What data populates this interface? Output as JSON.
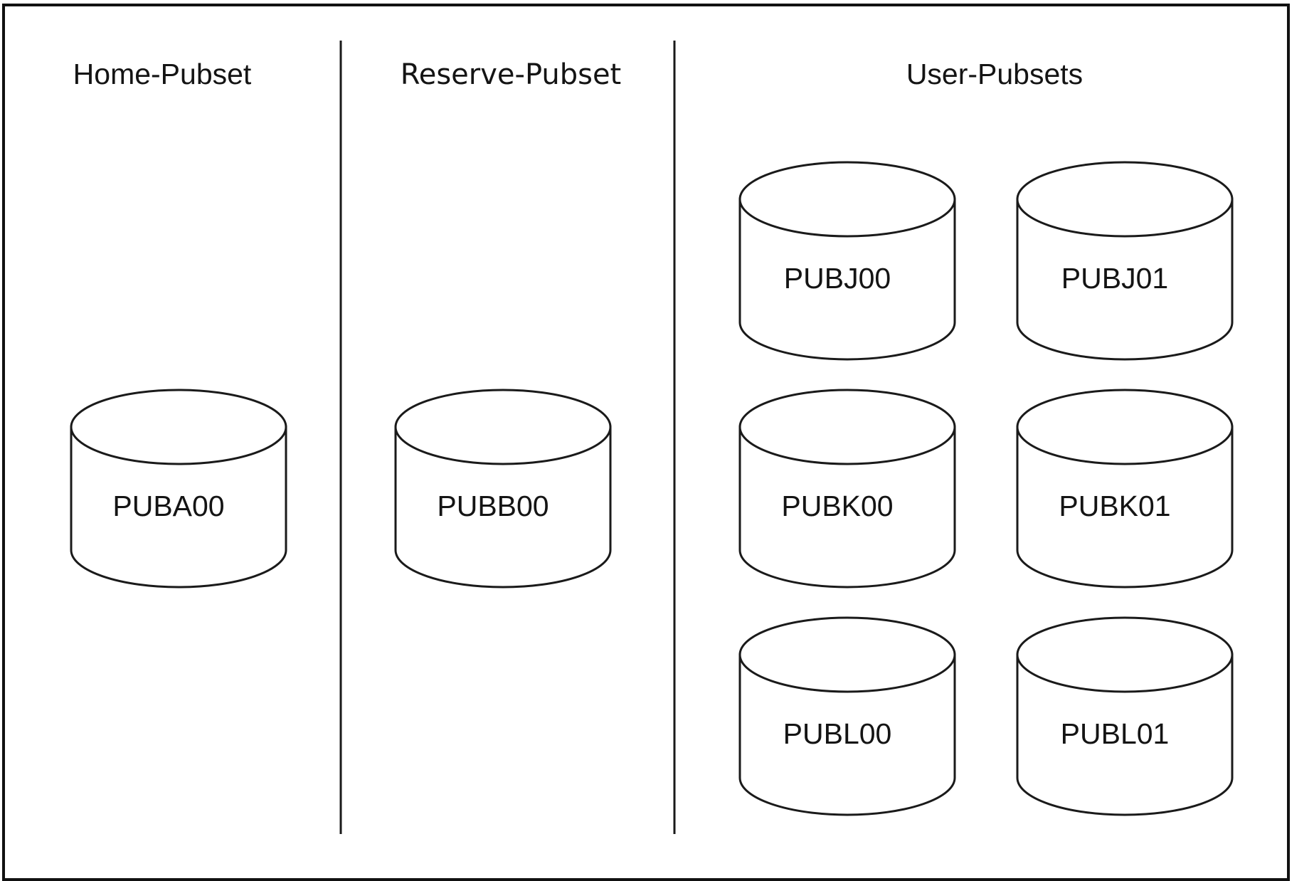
{
  "headings": {
    "home": "Home-Pubset",
    "reserve": "Reserve-Pubset",
    "user": "User-Pubsets"
  },
  "disks": {
    "home": [
      "PUBA00"
    ],
    "reserve": [
      "PUBB00"
    ],
    "user": [
      "PUBJ00",
      "PUBJ01",
      "PUBK00",
      "PUBK01",
      "PUBL00",
      "PUBL01"
    ]
  }
}
